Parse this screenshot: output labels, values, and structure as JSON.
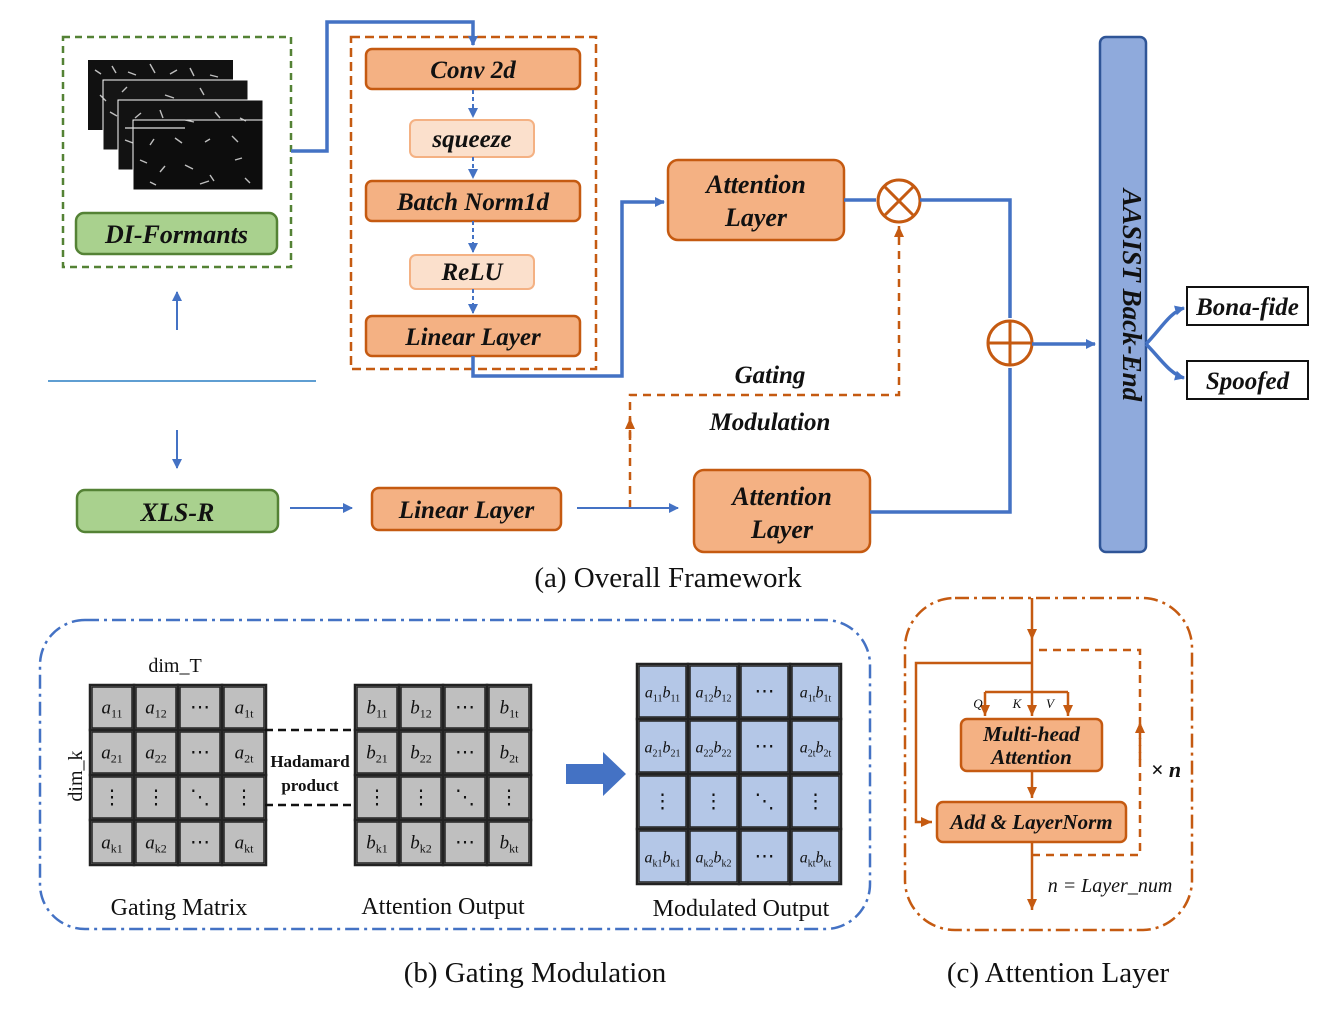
{
  "part_a": {
    "caption": "(a) Overall Framework",
    "di_formants_label": "DI-Formants",
    "xlsr_label": "XLS-R",
    "conv_label": "Conv 2d",
    "squeeze_label": "squeeze",
    "batchnorm_label": "Batch Norm1d",
    "relu_label": "ReLU",
    "linear_top_label": "Linear Layer",
    "linear_bottom_label": "Linear Layer",
    "attention_top_label_1": "Attention",
    "attention_top_label_2": "Layer",
    "attention_bottom_label_1": "Attention",
    "attention_bottom_label_2": "Layer",
    "gating_label_1": "Gating",
    "gating_label_2": "Modulation",
    "backend_label": "AASIST Back-End",
    "output_bonafide": "Bona-fide",
    "output_spoofed": "Spoofed",
    "colors": {
      "orange": "#f4b183",
      "green": "#a9d18e",
      "blue": "#4472c4",
      "backend": "#8faadc"
    }
  },
  "part_b": {
    "caption": "(b) Gating Modulation",
    "dim_t": "dim_T",
    "dim_k": "dim_k",
    "hadamard_1": "Hadamard",
    "hadamard_2": "product",
    "gating_matrix": "Gating Matrix",
    "attention_output": "Attention Output",
    "modulated_output": "Modulated Output",
    "matrix_a": [
      [
        "a",
        "11"
      ],
      [
        "a",
        "12"
      ],
      [
        "⋯",
        ""
      ],
      [
        "a",
        "1t"
      ],
      [
        "a",
        "21"
      ],
      [
        "a",
        "22"
      ],
      [
        "⋯",
        ""
      ],
      [
        "a",
        "2t"
      ],
      [
        "⋮",
        ""
      ],
      [
        "⋮",
        ""
      ],
      [
        "⋱",
        ""
      ],
      [
        "⋮",
        ""
      ],
      [
        "a",
        "k1"
      ],
      [
        "a",
        "k2"
      ],
      [
        "⋯",
        ""
      ],
      [
        "a",
        "kt"
      ]
    ],
    "matrix_b": [
      [
        "b",
        "11"
      ],
      [
        "b",
        "12"
      ],
      [
        "⋯",
        ""
      ],
      [
        "b",
        "1t"
      ],
      [
        "b",
        "21"
      ],
      [
        "b",
        "22"
      ],
      [
        "⋯",
        ""
      ],
      [
        "b",
        "2t"
      ],
      [
        "⋮",
        ""
      ],
      [
        "⋮",
        ""
      ],
      [
        "⋱",
        ""
      ],
      [
        "⋮",
        ""
      ],
      [
        "b",
        "k1"
      ],
      [
        "b",
        "k2"
      ],
      [
        "⋯",
        ""
      ],
      [
        "b",
        "kt"
      ]
    ],
    "matrix_ab": [
      [
        "11",
        "11"
      ],
      [
        "12",
        "12"
      ],
      [
        "⋯",
        ""
      ],
      [
        "1t",
        "1t"
      ],
      [
        "21",
        "21"
      ],
      [
        "22",
        "22"
      ],
      [
        "⋯",
        ""
      ],
      [
        "2t",
        "2t"
      ],
      [
        "⋮",
        ""
      ],
      [
        "⋮",
        ""
      ],
      [
        "⋱",
        ""
      ],
      [
        "⋮",
        ""
      ],
      [
        "k1",
        "k1"
      ],
      [
        "k2",
        "k2"
      ],
      [
        "⋯",
        ""
      ],
      [
        "kt",
        "kt"
      ]
    ]
  },
  "part_c": {
    "caption": "(c) Attention Layer",
    "q": "Q",
    "k": "K",
    "v": "V",
    "mha_1": "Multi-head",
    "mha_2": "Attention",
    "add_norm": "Add & LayerNorm",
    "repeat": "× n",
    "layer_num": "n = Layer_num"
  }
}
